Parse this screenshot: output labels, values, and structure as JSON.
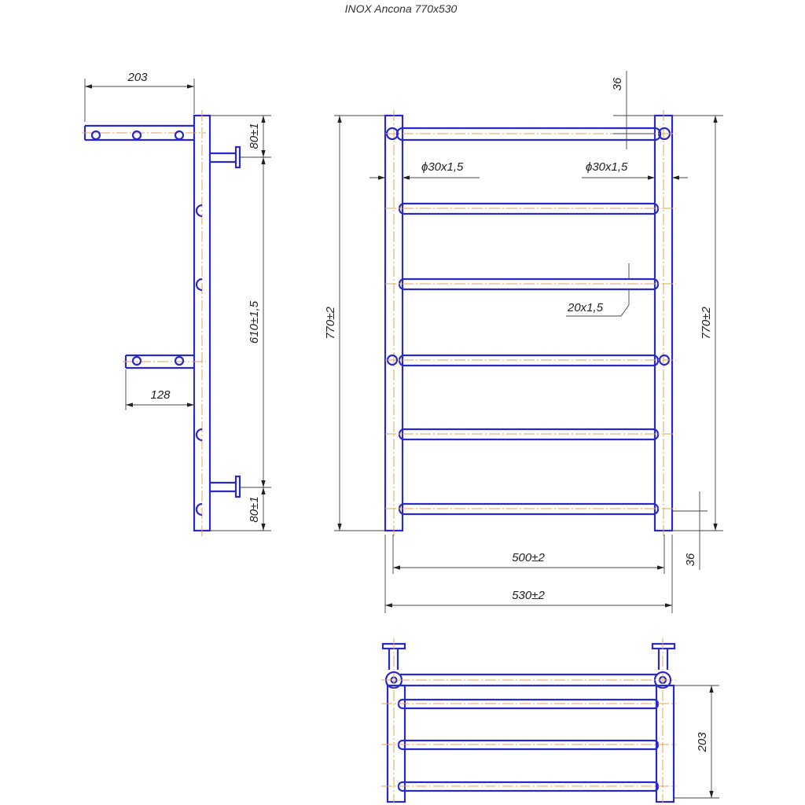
{
  "title": "INOX Ancona 770x530",
  "side_view": {
    "dim_top_bracket": "203",
    "dim_mid_bracket": "128",
    "dim_upper_offset": "80±1",
    "dim_mount_spacing": "610±1,5",
    "dim_lower_offset": "80±1"
  },
  "front_view": {
    "dim_height_left": "770±2",
    "dim_height_right": "770±2",
    "dim_top_offset": "36",
    "dim_bottom_offset": "36",
    "dim_pipe_left": "ϕ30x1,5",
    "dim_pipe_right": "ϕ30x1,5",
    "dim_rail": "20x1,5",
    "dim_inner_width": "500±2",
    "dim_outer_width": "530±2"
  },
  "top_view": {
    "dim_depth": "203"
  },
  "colors": {
    "outline": "#2a2ac8",
    "centerline": "#e3a35a",
    "dimension": "#444444"
  }
}
